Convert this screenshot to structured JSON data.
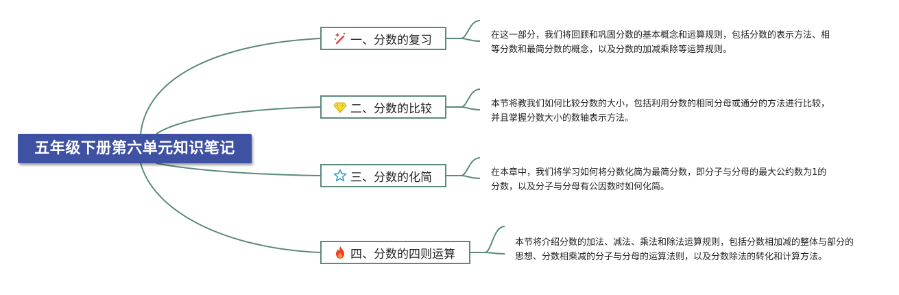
{
  "root": {
    "title": "五年级下册第六单元知识笔记"
  },
  "branches": [
    {
      "icon": "magic-wand-icon",
      "label": "一、分数的复习",
      "description": "在这一部分，我们将回顾和巩固分数的基本概念和运算规则，包括分数的表示方法、相等分数和最简分数的概念，以及分数的加减乘除等运算规则。"
    },
    {
      "icon": "diamond-icon",
      "label": "二、分数的比较",
      "description": "本节将教我们如何比较分数的大小，包括利用分数的相同分母或通分的方法进行比较，并且掌握分数大小的数轴表示方法。"
    },
    {
      "icon": "star-icon",
      "label": "三、分数的化简",
      "description": "在本章中，我们将学习如何将分数化简为最简分数，即分子与分母的最大公约数为1的分数，以及分子与分母有公因数时如何化简。"
    },
    {
      "icon": "fire-icon",
      "label": "四、分数的四则运算",
      "description": "本节将介绍分数的加法、减法、乘法和除法运算规则，包括分数相加减的整体与部分的思想、分数相乘减的分子与分母的运算法则，以及分数除法的转化和计算方法。"
    }
  ],
  "colors": {
    "root_fill": "#3f51a3",
    "connector": "#5a8a78",
    "text": "#222222",
    "wand": "#e53935",
    "diamond": "#f9e04b",
    "star": "#2f9bd8",
    "fire": "#e8401c"
  }
}
